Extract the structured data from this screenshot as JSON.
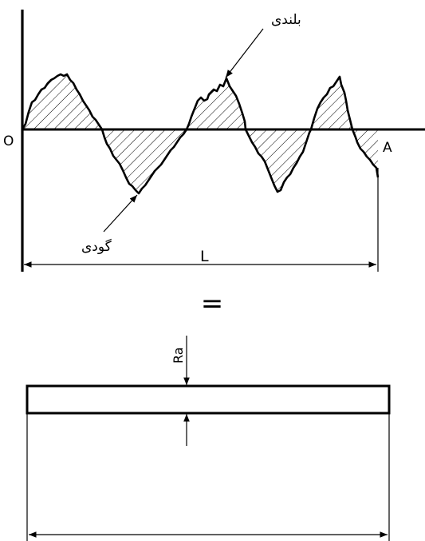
{
  "labels": {
    "origin": "O",
    "end_point": "A",
    "length": "L",
    "peak": "بلندی",
    "valley": "گودی",
    "equals": "=",
    "ra": "Ra"
  }
}
